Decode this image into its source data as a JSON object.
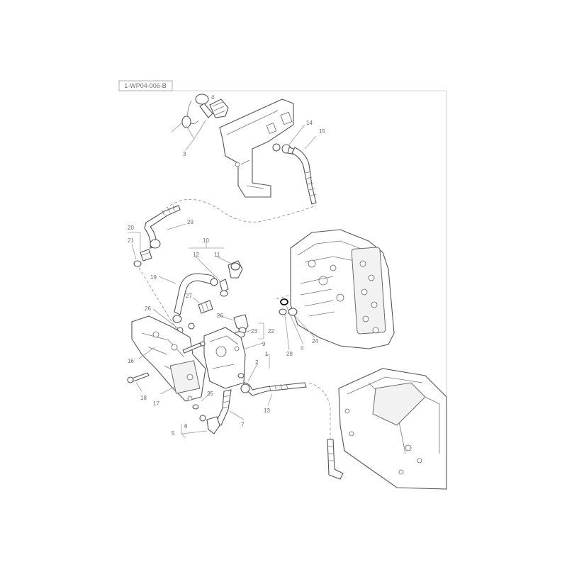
{
  "diagram": {
    "reference_code": "1-WP04-006-B",
    "callouts": {
      "c1": "1",
      "c2": "2",
      "c3": "3",
      "c4": "4",
      "c5": "5",
      "c6": "6",
      "c7": "7",
      "c8": "8",
      "c9": "9",
      "c10": "10",
      "c11": "11",
      "c12": "12",
      "c13": "13",
      "c14": "14",
      "c15": "15",
      "c16": "16",
      "c17": "17",
      "c18": "18",
      "c19": "19",
      "c20": "20",
      "c21": "21",
      "c22": "22",
      "c23": "23",
      "c24": "24",
      "c25": "25",
      "c26a": "26",
      "c26b": "26",
      "c27": "27",
      "c28": "28",
      "c29": "29"
    }
  }
}
